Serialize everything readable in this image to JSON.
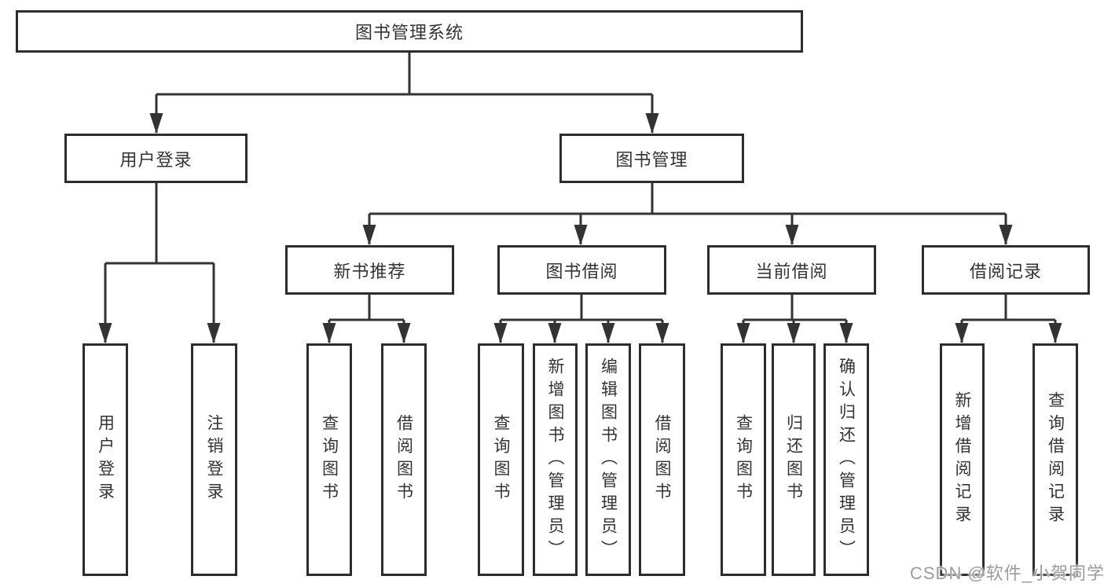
{
  "diagram": {
    "colors": {
      "line": "#333333",
      "box_border": "#2d2d2d",
      "text": "#333333",
      "background": "#ffffff",
      "watermark": "#9b9b9b"
    },
    "tree": {
      "label": "图书管理系统",
      "children": [
        {
          "label": "用户登录",
          "children": [
            {
              "label": "用户登录"
            },
            {
              "label": "注销登录"
            }
          ]
        },
        {
          "label": "图书管理",
          "children": [
            {
              "label": "新书推荐",
              "children": [
                {
                  "label": "查询图书"
                },
                {
                  "label": "借阅图书"
                }
              ]
            },
            {
              "label": "图书借阅",
              "children": [
                {
                  "label": "查询图书"
                },
                {
                  "label": "新增图书（管理员）"
                },
                {
                  "label": "编辑图书（管理员）"
                },
                {
                  "label": "借阅图书"
                }
              ]
            },
            {
              "label": "当前借阅",
              "children": [
                {
                  "label": "查询图书"
                },
                {
                  "label": "归还图书"
                },
                {
                  "label": "确认归还（管理员）"
                }
              ]
            },
            {
              "label": "借阅记录",
              "children": [
                {
                  "label": "新增借阅记录"
                },
                {
                  "label": "查询借阅记录"
                }
              ]
            }
          ]
        }
      ]
    },
    "watermark": {
      "text": "CSDN @软件_小贺同学"
    }
  }
}
